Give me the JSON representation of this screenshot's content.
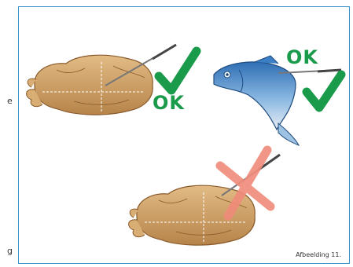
{
  "edge_text": {
    "top": "e",
    "bottom": "g"
  },
  "labels": {
    "ok_chicken": "OK",
    "ok_fish": "OK"
  },
  "caption": "Afbeelding 11.",
  "colors": {
    "frame": "#3a93c9",
    "check": "#1a9b4b",
    "cross": "#f08b7a",
    "chicken": "#c99a5b",
    "fish": "#3b7fc4"
  },
  "icons": [
    "check-icon",
    "cross-icon",
    "chicken-illustration",
    "fish-illustration",
    "thermometer-probe"
  ]
}
